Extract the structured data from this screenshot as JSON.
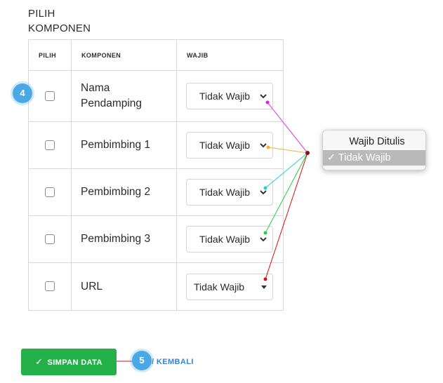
{
  "section": {
    "title_line1": "PILIH",
    "title_line2": "KOMPONEN"
  },
  "table": {
    "headers": [
      "PILIH",
      "KOMPONEN",
      "WAJIB"
    ],
    "rows": [
      {
        "name_line1": "Nama",
        "name_line2": "Pendamping",
        "wajib": "Tidak Wajib"
      },
      {
        "name": "Pembimbing 1",
        "wajib": "Tidak Wajib"
      },
      {
        "name": "Pembimbing 2",
        "wajib": "Tidak Wajib"
      },
      {
        "name": "Pembimbing 3",
        "wajib": "Tidak Wajib"
      },
      {
        "name": "URL",
        "wajib": "Tidak Wajib"
      }
    ]
  },
  "dropdown_options": {
    "option1": "Wajib Ditulis",
    "option2": "✓ Tidak Wajib"
  },
  "annotations": {
    "badge_row": "4",
    "badge_save": "5"
  },
  "buttons": {
    "save_label": "SIMPAN DATA",
    "back_label": "/ KEMBALI"
  },
  "colors": {
    "primary_green": "#25b14a",
    "badge_blue": "#4aa8e6",
    "link_blue": "#3b82c8",
    "line_magenta": "#e020e0",
    "line_orange": "#f0b040",
    "line_cyan": "#20d0e0",
    "line_green": "#20d040",
    "line_red": "#d01010"
  },
  "icons": {
    "select_chevron": "chevron-down-icon",
    "select_caret": "caret-down-icon",
    "check": "check-icon"
  }
}
